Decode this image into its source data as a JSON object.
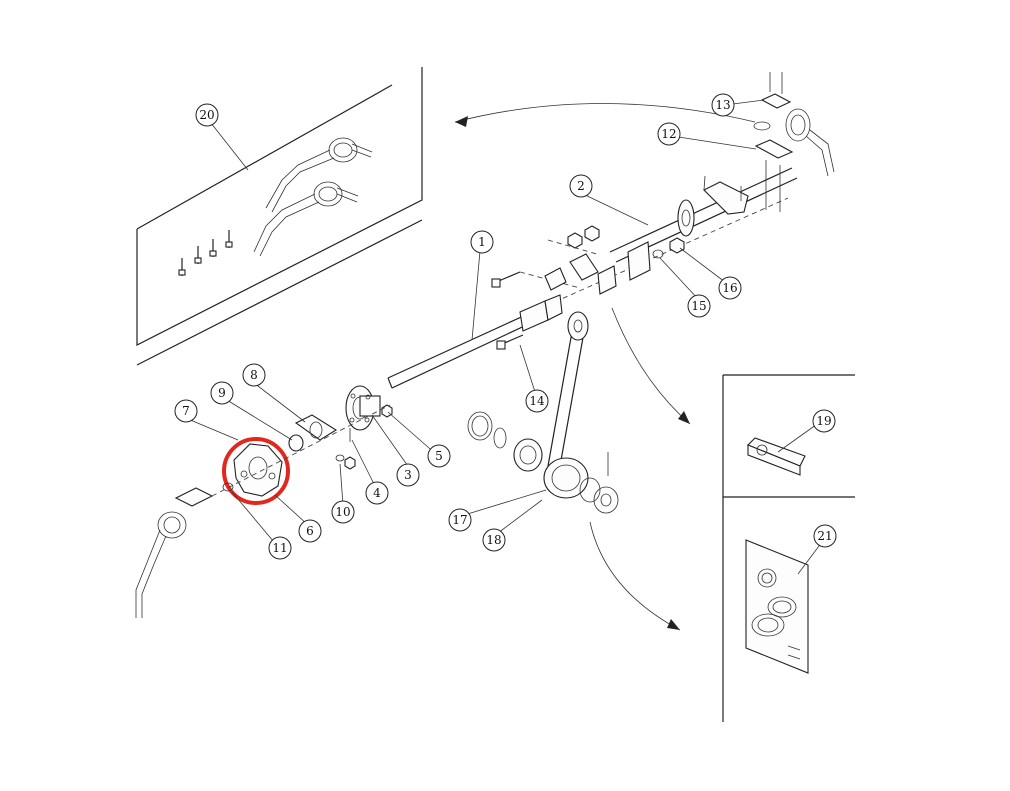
{
  "diagram": {
    "highlight_color": "#e0281f",
    "line_color": "#222222",
    "callouts": [
      {
        "label": "1"
      },
      {
        "label": "2"
      },
      {
        "label": "3"
      },
      {
        "label": "4"
      },
      {
        "label": "5"
      },
      {
        "label": "6"
      },
      {
        "label": "7"
      },
      {
        "label": "8"
      },
      {
        "label": "9"
      },
      {
        "label": "10"
      },
      {
        "label": "11"
      },
      {
        "label": "12"
      },
      {
        "label": "13"
      },
      {
        "label": "14"
      },
      {
        "label": "15"
      },
      {
        "label": "16"
      },
      {
        "label": "17"
      },
      {
        "label": "18"
      },
      {
        "label": "19"
      },
      {
        "label": "20"
      },
      {
        "label": "21"
      }
    ],
    "highlighted_part": "6"
  }
}
